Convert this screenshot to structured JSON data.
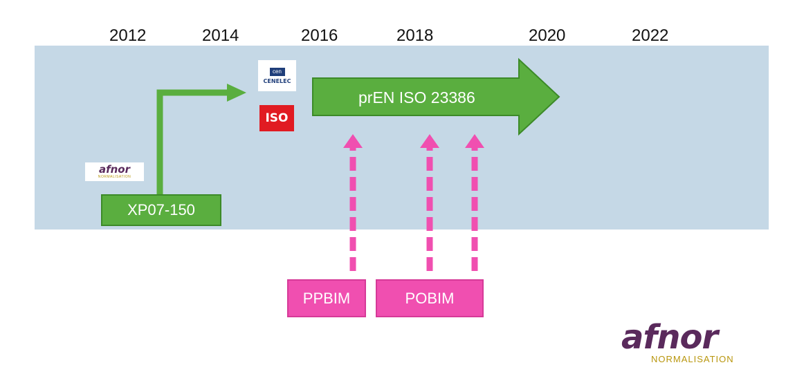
{
  "years": [
    "2012",
    "2014",
    "2016",
    "2018",
    "2020",
    "2022"
  ],
  "xp_box": "XP07-150",
  "main_arrow": "prEN ISO 23386",
  "ppbim_box": "PPBIM",
  "pobim_box": "POBIM",
  "logos": {
    "afnor_small_word": "afnor",
    "afnor_small_sub": "NORMALISATION",
    "cen_mark": "cen",
    "cen_label": "CENELEC",
    "iso_label": "ISO",
    "afnor_big_word": "afnor",
    "afnor_big_sub": "NORMALISATION"
  },
  "colors": {
    "band": "#c5d8e6",
    "green": "#5aae3f",
    "pink": "#f04fb0"
  }
}
